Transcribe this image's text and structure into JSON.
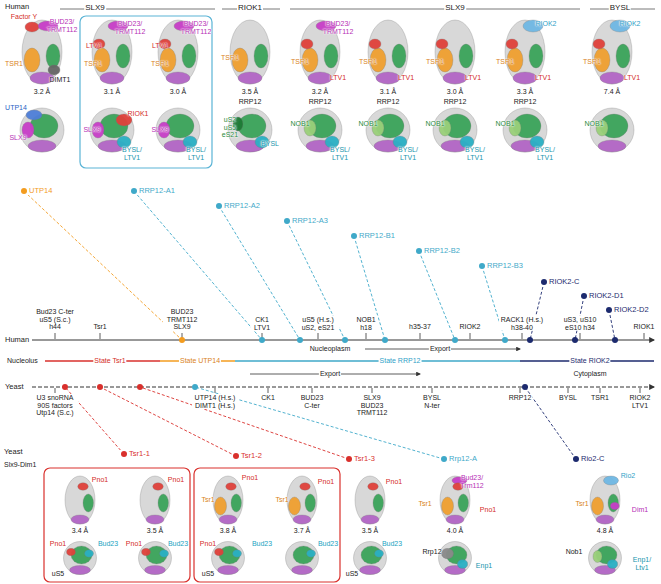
{
  "diagram": {
    "nodes": [
      {
        "text": [
          "UTP14"
        ]
      },
      {
        "text": [
          "RRP12-A1"
        ]
      },
      {
        "text": [
          "RRP12-A2"
        ]
      },
      {
        "text": [
          "RRP12-A3"
        ]
      },
      {
        "text": [
          "RRP12-B1"
        ]
      },
      {
        "text": [
          "RRP12-B2"
        ]
      },
      {
        "text": [
          "RRP12-B3"
        ]
      },
      {
        "text": [
          "RIOK2-C"
        ]
      },
      {
        "text": [
          "RIOK2-D1"
        ]
      },
      {
        "text": [
          "RIOK2-D2"
        ]
      },
      {
        "text": [
          "Tsr1-1"
        ]
      },
      {
        "text": [
          "Tsr1-2"
        ]
      },
      {
        "text": [
          "Tsr1-3"
        ]
      },
      {
        "text": [
          "Rrp12-A"
        ]
      },
      {
        "text": [
          "Rio2-C"
        ]
      }
    ],
    "labels": [
      "SLX9",
      "RIOK1",
      "SLX9",
      "BYSL",
      "Human",
      "Factor Y",
      "BUD23/ TRMT112",
      "TSR1",
      "DIMT1",
      "3.2 Å",
      "UTP14",
      "SLX9",
      "BUD23/ TRMT112",
      "LTV1",
      "TSR1",
      "3.1 Å",
      "RIOK1",
      "SLX9",
      "BYSL/ LTV1",
      "BUD23/ TRMT112",
      "LTV1",
      "TSR1",
      "3.0 Å",
      "SLX9",
      "BYSL/ LTV1",
      "TSR1",
      "3.5 Å",
      "RRP12",
      "uS2 uS5 eS21",
      "BYSL",
      "BUD23/ TRMT112",
      "TSR1",
      "LTV1",
      "3.2 Å",
      "RRP12",
      "NOB1",
      "BYSL/ LTV1",
      "TSR1",
      "LTV1",
      "3.1 Å",
      "RRP12",
      "NOB1",
      "BYSL/ LTV1",
      "TSR1",
      "LTV1",
      "3.0 Å",
      "RRP12",
      "NOB1",
      "BYSL/ LTV1",
      "RIOK2",
      "TSR1",
      "LTV1",
      "3.3 Å",
      "RRP12",
      "NOB1",
      "BYSL/ LTV1",
      "RIOK2",
      "TSR1",
      "LTV1",
      "7.4 Å",
      "NOB1",
      "Human",
      "Bud23 C-ter uS5 (S.c.) h44",
      "Tsr1",
      "BUD23 TRMT112 SLX9",
      "CK1 LTV1",
      "uS5 (H.s.) uS2, eS21",
      "NOB1 h18",
      "h35-37",
      "RIOK2",
      "RACK1 (H.s.) h38-40",
      "uS3, uS10 eS10 h34",
      "RIOK1",
      "Nucleoplasm",
      "Export",
      "Nucleolus",
      "State Tsr1",
      "State UTP14",
      "State RRP12",
      "State RIOK2",
      "Export",
      "Cytoplasm",
      "Yeast",
      "U3 snoRNA 90S factors Utp14 (S.c.)",
      "UTP14 (H.s.) DIMT1 (H.s.)",
      "CK1",
      "BUD23 C-ter",
      "SLX9 BUD23 TRMT112",
      "BYSL N-ter",
      "RRP12",
      "BYSL",
      "TSR1",
      "RIOK2 LTV1",
      "Yeast",
      "Slx9-Dim1",
      "Pno1",
      "Pno1",
      "3.4 Å",
      "3.5 Å",
      "Pno1",
      "Bud23",
      "Pno1",
      "Bud23",
      "uS5",
      "Pno1",
      "Tsr1",
      "Tsr1",
      "Pno1",
      "3.8 Å",
      "3.7 Å",
      "Pno1",
      "Bud23",
      "Bud23",
      "uS5",
      "Pno1",
      "3.5 Å",
      "Bud23",
      "uS5",
      "Bud23/ Trm112",
      "Tsr1",
      "Pno1",
      "4.0 Å",
      "Rrp12",
      "Enp1",
      "Rio2",
      "Tsr1",
      "Dim1",
      "4.8 Å",
      "Nob1",
      "Enp1/ Ltv1"
    ]
  }
}
